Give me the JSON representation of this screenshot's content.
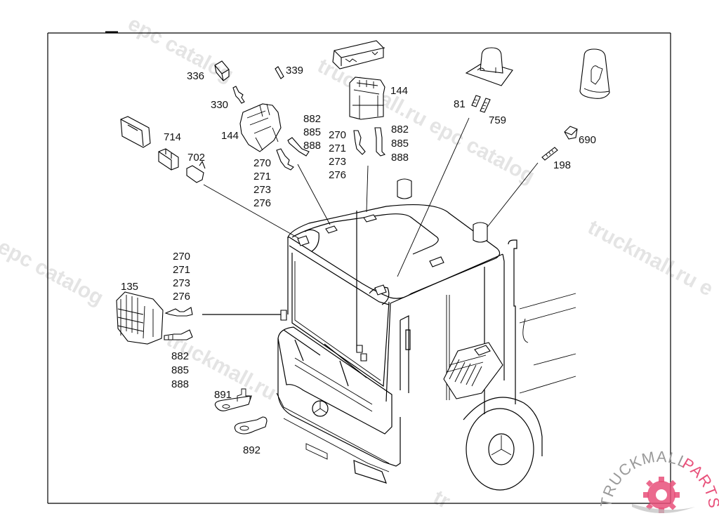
{
  "diagram": {
    "type": "exploded-parts-diagram",
    "subject": "truck cab electrical wiring / roof beacon harness",
    "callouts": [
      {
        "id": "c336",
        "label": "336"
      },
      {
        "id": "c339",
        "label": "339"
      },
      {
        "id": "c330",
        "label": "330"
      },
      {
        "id": "c144a",
        "label": "144"
      },
      {
        "id": "c144b",
        "label": "144"
      },
      {
        "id": "c714",
        "label": "714"
      },
      {
        "id": "c702",
        "label": "702"
      },
      {
        "id": "c882a",
        "label": "882"
      },
      {
        "id": "c885a",
        "label": "885"
      },
      {
        "id": "c888a",
        "label": "888"
      },
      {
        "id": "c270a",
        "label": "270"
      },
      {
        "id": "c271a",
        "label": "271"
      },
      {
        "id": "c273a",
        "label": "273"
      },
      {
        "id": "c276a",
        "label": "276"
      },
      {
        "id": "c270b",
        "label": "270"
      },
      {
        "id": "c271b",
        "label": "271"
      },
      {
        "id": "c273b",
        "label": "273"
      },
      {
        "id": "c276b",
        "label": "276"
      },
      {
        "id": "c882b",
        "label": "882"
      },
      {
        "id": "c885b",
        "label": "885"
      },
      {
        "id": "c888b",
        "label": "888"
      },
      {
        "id": "c81",
        "label": "81"
      },
      {
        "id": "c759",
        "label": "759"
      },
      {
        "id": "c690",
        "label": "690"
      },
      {
        "id": "c198",
        "label": "198"
      },
      {
        "id": "c135",
        "label": "135"
      },
      {
        "id": "c270c",
        "label": "270"
      },
      {
        "id": "c271c",
        "label": "271"
      },
      {
        "id": "c273c",
        "label": "273"
      },
      {
        "id": "c276c",
        "label": "276"
      },
      {
        "id": "c882c",
        "label": "882"
      },
      {
        "id": "c885c",
        "label": "885"
      },
      {
        "id": "c888c",
        "label": "888"
      },
      {
        "id": "c891",
        "label": "891"
      },
      {
        "id": "c892",
        "label": "892"
      }
    ]
  },
  "watermarks": {
    "text_1": "epc catalog",
    "text_2": "truckmall.ru epc catalog",
    "text_3": "truckmall.ru e",
    "text_4": "l epc catalog",
    "text_5": "truckmall.ru",
    "text_6": "tr"
  },
  "logo": {
    "word_1": "TRUCKMALL",
    "word_2": "PARTS",
    "color_primary": "#e8507a",
    "color_secondary": "#9a9a9a"
  },
  "colors": {
    "line": "#000000",
    "background": "#ffffff",
    "watermark": "#cfcfcf"
  }
}
